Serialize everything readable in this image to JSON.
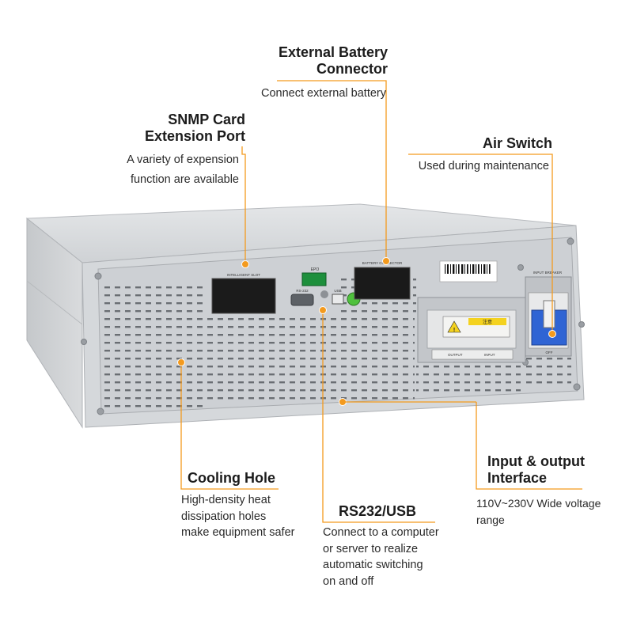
{
  "callouts": {
    "battery": {
      "title_line1": "External Battery",
      "title_line2": "Connector",
      "desc": "Connect external battery"
    },
    "snmp": {
      "title_line1": "SNMP Card",
      "title_line2": "Extension Port",
      "desc_line1": "A variety of expension",
      "desc_line2": "function are available"
    },
    "air_switch": {
      "title": "Air Switch",
      "desc": "Used during maintenance"
    },
    "cooling": {
      "title": "Cooling Hole",
      "desc_line1": "High-density heat",
      "desc_line2": "dissipation holes",
      "desc_line3": "make equipment safer"
    },
    "rs232": {
      "title": "RS232/USB",
      "desc_line1": "Connect to a computer",
      "desc_line2": "or server to realize",
      "desc_line3": "automatic switching",
      "desc_line4": "on and off"
    },
    "io": {
      "title_line1": "Input & output",
      "title_line2": "Interface",
      "desc_line1": "110V~230V Wide voltage",
      "desc_line2": "range"
    }
  },
  "panel_labels": {
    "intelligent_slot": "INTELLIGENT SLOT",
    "battery_connector": "BATTERY CONNECTOR",
    "epo": "EPO",
    "rs232": "RS-232",
    "usb": "USB",
    "input_breaker": "INPUT BREAKER",
    "off": "OFF",
    "warning": "注意",
    "output": "OUTPUT",
    "input": "INPUT"
  },
  "colors": {
    "accent": "#f39a1e",
    "chassis": "#d3d6d9",
    "panel": "#c9ccd0",
    "breaker": "#2f64d4"
  }
}
